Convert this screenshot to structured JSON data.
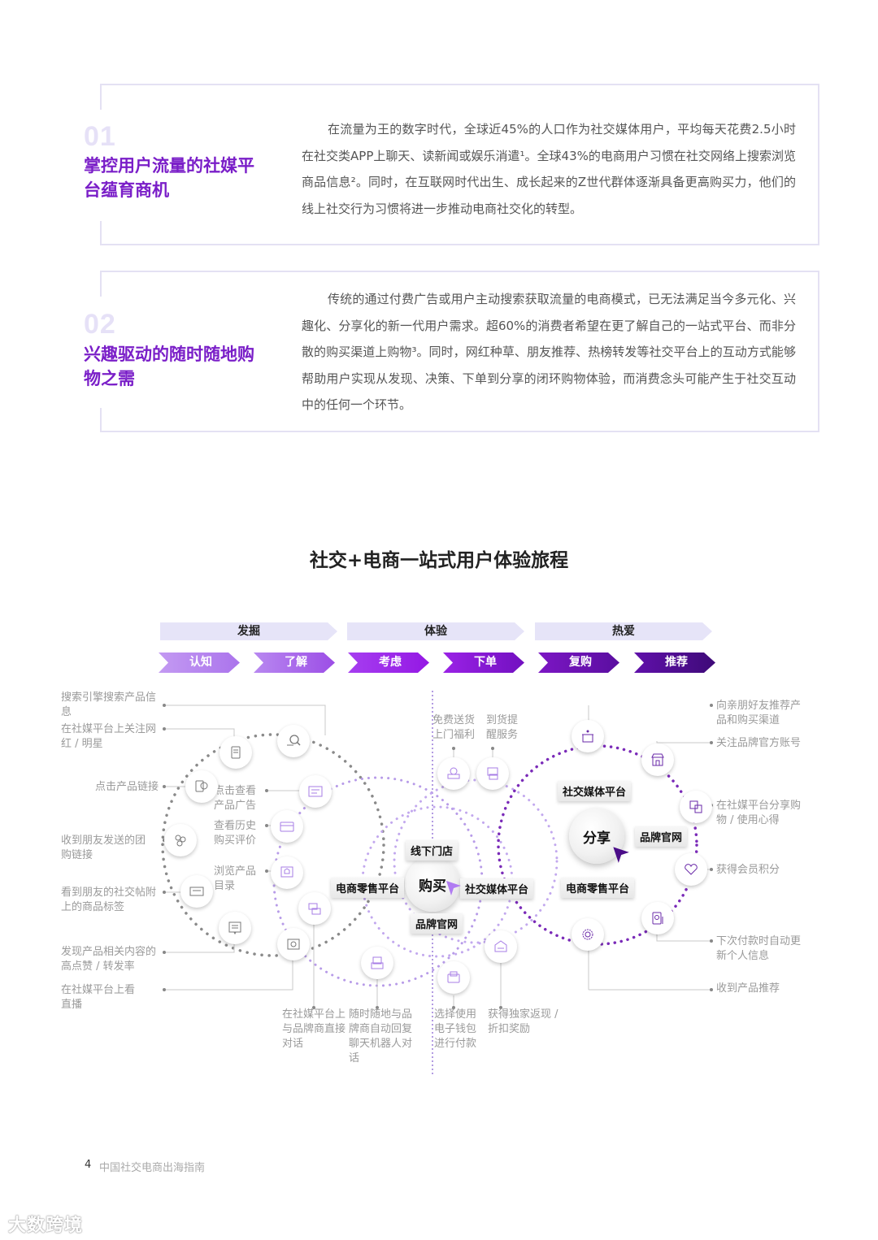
{
  "sections": [
    {
      "number": "01",
      "title": "掌控用户流量的社媒平台蕴育商机",
      "body": "在流量为王的数字时代，全球近45%的人口作为社交媒体用户，平均每天花费2.5小时在社交类APP上聊天、读新闻或娱乐消遣¹。全球43%的电商用户习惯在社交网络上搜索浏览商品信息²。同时，在互联网时代出生、成长起来的Z世代群体逐渐具备更高购买力，他们的线上社交行为习惯将进一步推动电商社交化的转型。"
    },
    {
      "number": "02",
      "title": "兴趣驱动的随时随地购物之需",
      "body": "传统的通过付费广告或用户主动搜索获取流量的电商模式，已无法满足当今多元化、兴趣化、分享化的新一代用户需求。超60%的消费者希望在更了解自己的一站式平台、而非分散的购买渠道上购物³。同时，网红种草、朋友推荐、热榜转发等社交平台上的互动方式能够帮助用户实现从发现、决策、下单到分享的闭环购物体验，而消费念头可能产生于社交互动中的任何一个环节。"
    }
  ],
  "diagram": {
    "title": "社交+电商一站式用户体验旅程",
    "phases": [
      "发掘",
      "体验",
      "热爱"
    ],
    "steps": [
      {
        "label": "认知",
        "color": "#b57ef0"
      },
      {
        "label": "了解",
        "color": "#a65ee8"
      },
      {
        "label": "考虑",
        "color": "#9a1ee6"
      },
      {
        "label": "下单",
        "color": "#8414d0"
      },
      {
        "label": "复购",
        "color": "#6a10b0"
      },
      {
        "label": "推荐",
        "color": "#4a0c88"
      }
    ],
    "left_labels": [
      "搜索引擎搜索产品信息",
      "在社媒平台上关注网红 / 明星",
      "点击产品链接",
      "收到朋友发送的团购链接",
      "看到朋友的社交帖附上的商品标签",
      "发现产品相关内容的高点赞 / 转发率",
      "在社媒平台上看直播"
    ],
    "inner_labels": [
      "点击查看产品广告",
      "查看历史购买评价",
      "浏览产品目录"
    ],
    "bottom_labels": [
      "在社媒平台上与品牌商直接对话",
      "随时随地与品牌商自动回复聊天机器人对话",
      "选择使用电子钱包进行付款",
      "获得独家返现 / 折扣奖励"
    ],
    "top_labels": [
      "免费送货上门福利",
      "到货提醒服务"
    ],
    "right_labels": [
      "向亲朋好友推荐产品和购买渠道",
      "关注品牌官方账号",
      "在社媒平台分享购物 / 使用心得",
      "获得会员积分",
      "下次付款时自动更新个人信息",
      "收到产品推荐"
    ],
    "buy_hub": {
      "label": "购买",
      "tags": [
        "线下门店",
        "电商零售平台",
        "社交媒体平台",
        "品牌官网"
      ]
    },
    "share_hub": {
      "label": "分享",
      "tags": [
        "社交媒体平台",
        "品牌官网",
        "电商零售平台"
      ]
    },
    "colors": {
      "gray_dots": "#8a8a8a",
      "light_purple_dots": "#b79be8",
      "purple_dots": "#7a2ab8",
      "cursor_light": "#b07cf2",
      "cursor_dark": "#4a0c88"
    }
  },
  "footer": {
    "page_number": "4",
    "doc_title": "中国社交电商出海指南",
    "watermark": "大数跨境"
  }
}
